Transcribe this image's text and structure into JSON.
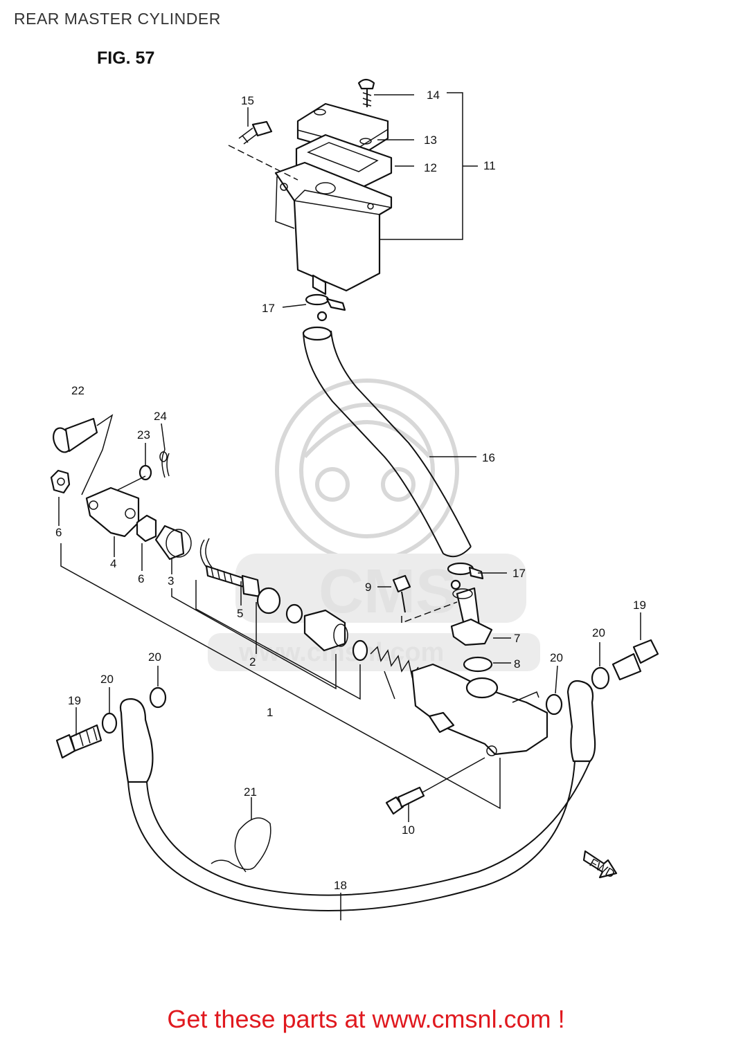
{
  "header": {
    "title": "REAR MASTER CYLINDER",
    "figure": "FIG. 57"
  },
  "diagram": {
    "callouts": {
      "c1": "1",
      "c2": "2",
      "c3": "3",
      "c4": "4",
      "c5": "5",
      "c6a": "6",
      "c6b": "6",
      "c7": "7",
      "c8": "8",
      "c9": "9",
      "c10": "10",
      "c11": "11",
      "c12": "12",
      "c13": "13",
      "c14": "14",
      "c15": "15",
      "c16": "16",
      "c17a": "17",
      "c17b": "17",
      "c18": "18",
      "c19a": "19",
      "c19b": "19",
      "c20a": "20",
      "c20b": "20",
      "c20c": "20",
      "c20d": "20",
      "c21": "21",
      "c22": "22",
      "c23": "23",
      "c24": "24"
    },
    "fwd_label": "FWD"
  },
  "watermark": {
    "brand": "CMS",
    "url": "www.cmsnl.com"
  },
  "footer": {
    "link_text": "Get these parts at www.cmsnl.com !"
  },
  "colors": {
    "footer_link": "#e0191f",
    "line_art": "#111111",
    "watermark": "#d8d8d8"
  }
}
